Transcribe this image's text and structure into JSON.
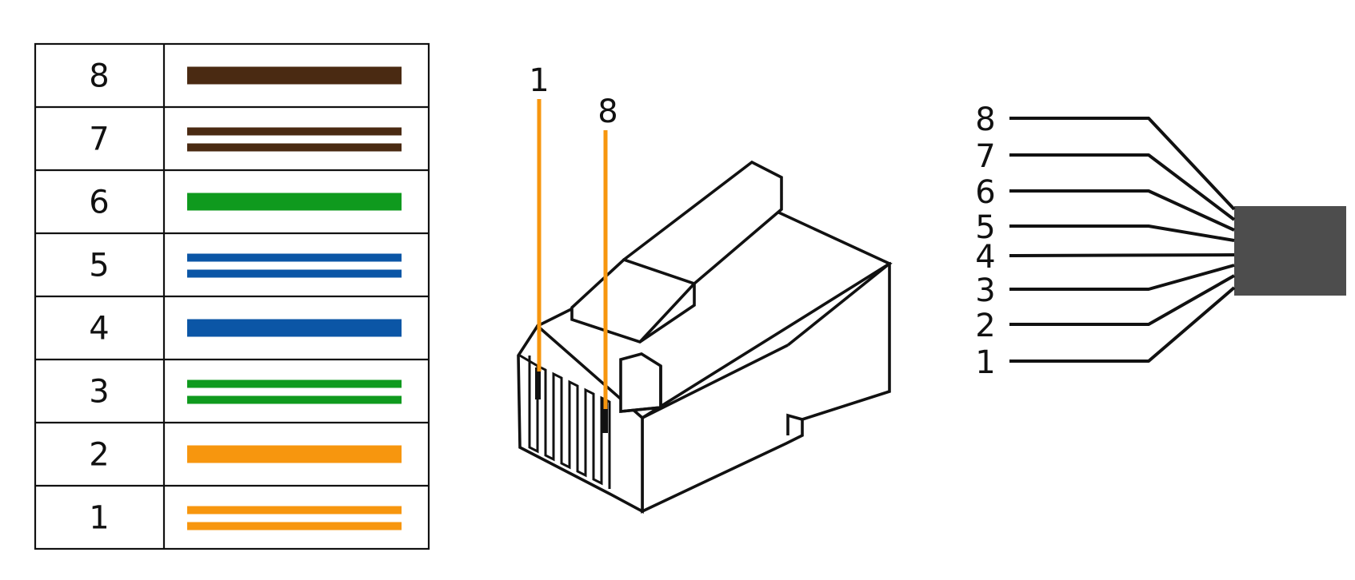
{
  "colors": {
    "brown": "#4a2a12",
    "green": "#0f9a1e",
    "blue": "#0b56a6",
    "orange": "#f7960e",
    "cable": "#4d4d4d",
    "line": "#111111"
  },
  "color_table": [
    {
      "pin": "8",
      "color": "brown",
      "striped": false
    },
    {
      "pin": "7",
      "color": "brown",
      "striped": true
    },
    {
      "pin": "6",
      "color": "green",
      "striped": false
    },
    {
      "pin": "5",
      "color": "blue",
      "striped": true
    },
    {
      "pin": "4",
      "color": "blue",
      "striped": false
    },
    {
      "pin": "3",
      "color": "green",
      "striped": true
    },
    {
      "pin": "2",
      "color": "orange",
      "striped": false
    },
    {
      "pin": "1",
      "color": "orange",
      "striped": true
    }
  ],
  "connector": {
    "pin_first_label": "1",
    "pin_last_label": "8"
  },
  "cable_fanout": {
    "labels": [
      "8",
      "7",
      "6",
      "5",
      "4",
      "3",
      "2",
      "1"
    ]
  }
}
